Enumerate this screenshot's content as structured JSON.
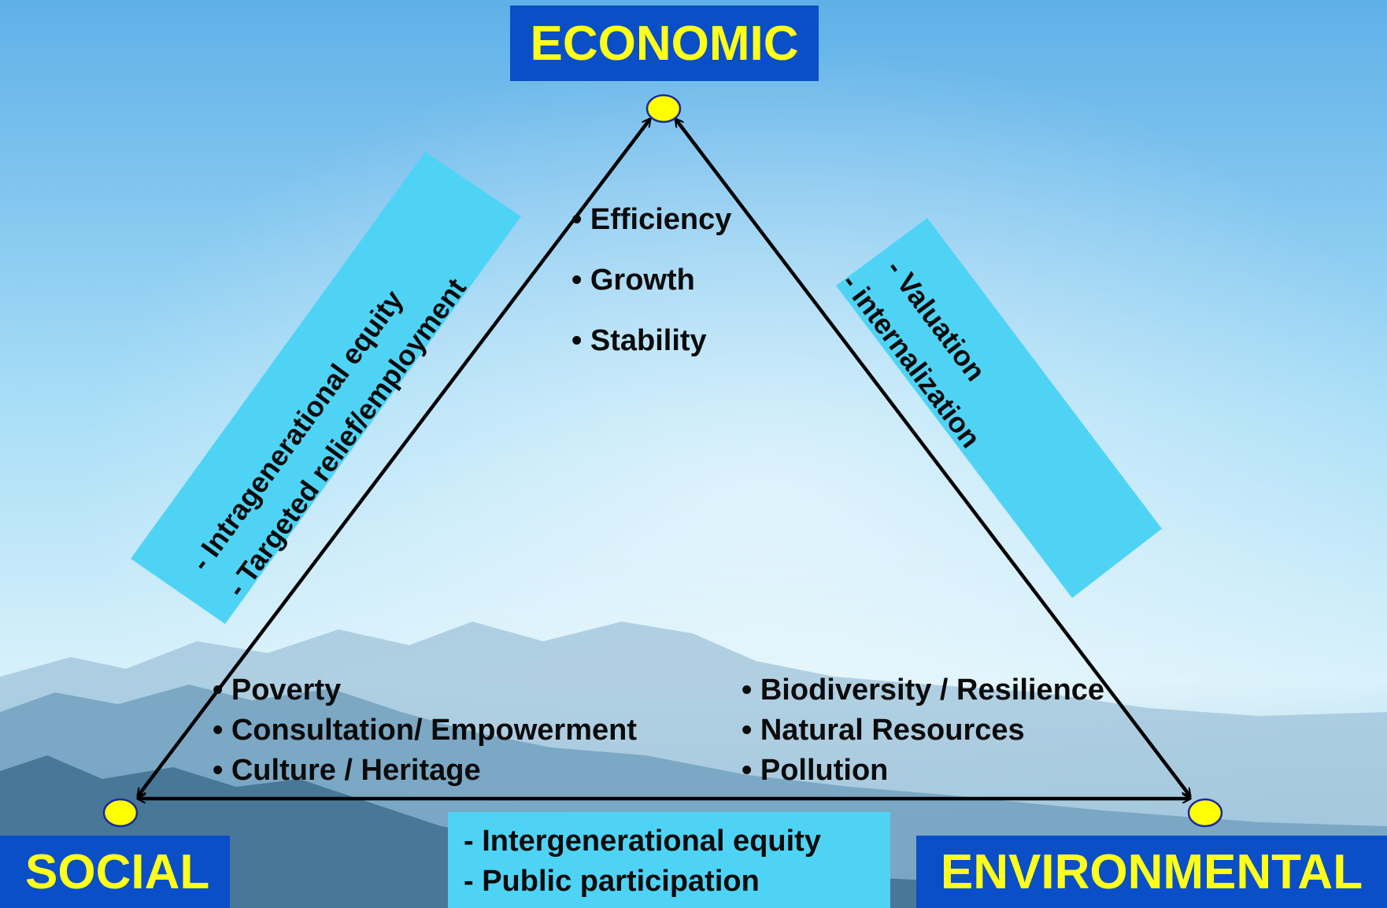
{
  "nodes": {
    "economic": "ECONOMIC",
    "social": "SOCIAL",
    "environmental": "ENVIRONMENTAL"
  },
  "economic_items": [
    "• Efficiency",
    "• Growth",
    "• Stability"
  ],
  "social_items": [
    "• Poverty",
    "• Consultation/ Empowerment",
    "• Culture / Heritage"
  ],
  "environmental_items": [
    "• Biodiversity / Resilience",
    "• Natural Resources",
    "• Pollution"
  ],
  "economic_social_link": [
    "- Intragenerational equity",
    "- Targeted relief/employment"
  ],
  "economic_environmental_link": [
    "- Valuation",
    "- internalization"
  ],
  "social_environmental_link": [
    "-  Intergenerational equity",
    "-  Public participation"
  ],
  "colors": {
    "label_background": "#0a4fc8",
    "label_text": "#ffff1a",
    "link_band": "#4fd3f5",
    "node_dot": "#ffff00",
    "sky_top": "#6fb8ea",
    "sky_bottom": "#d8f1fb"
  }
}
